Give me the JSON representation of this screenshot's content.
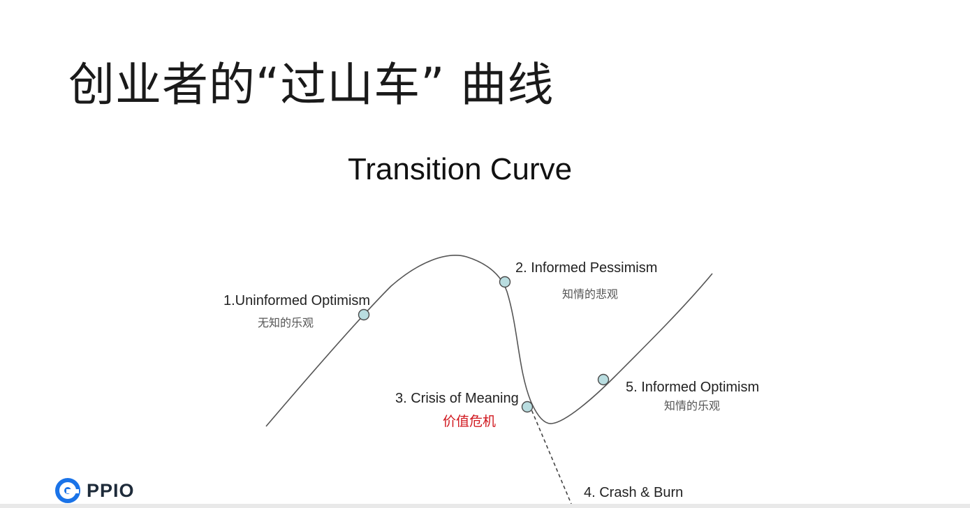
{
  "slide": {
    "title": "创业者的“过山车” 曲线"
  },
  "diagram": {
    "title": "Transition Curve",
    "stages": [
      {
        "en": "1.Uninformed Optimism",
        "cn": "无知的乐观"
      },
      {
        "en": "2. Informed Pessimism",
        "cn": "知情的悲观"
      },
      {
        "en": "3. Crisis of Meaning",
        "cn": "价值危机"
      },
      {
        "en": "4. Crash & Burn",
        "cn": ""
      },
      {
        "en": "5. Informed Optimism",
        "cn": "知情的乐观"
      }
    ],
    "colors": {
      "curve": "#555555",
      "marker_fill": "#b9dde0",
      "marker_stroke": "#4a4a4a",
      "highlight": "#d0161d"
    }
  },
  "logo": {
    "text": "PPIO",
    "icon": "ppio-logo-icon",
    "color": "#1a73e8"
  }
}
